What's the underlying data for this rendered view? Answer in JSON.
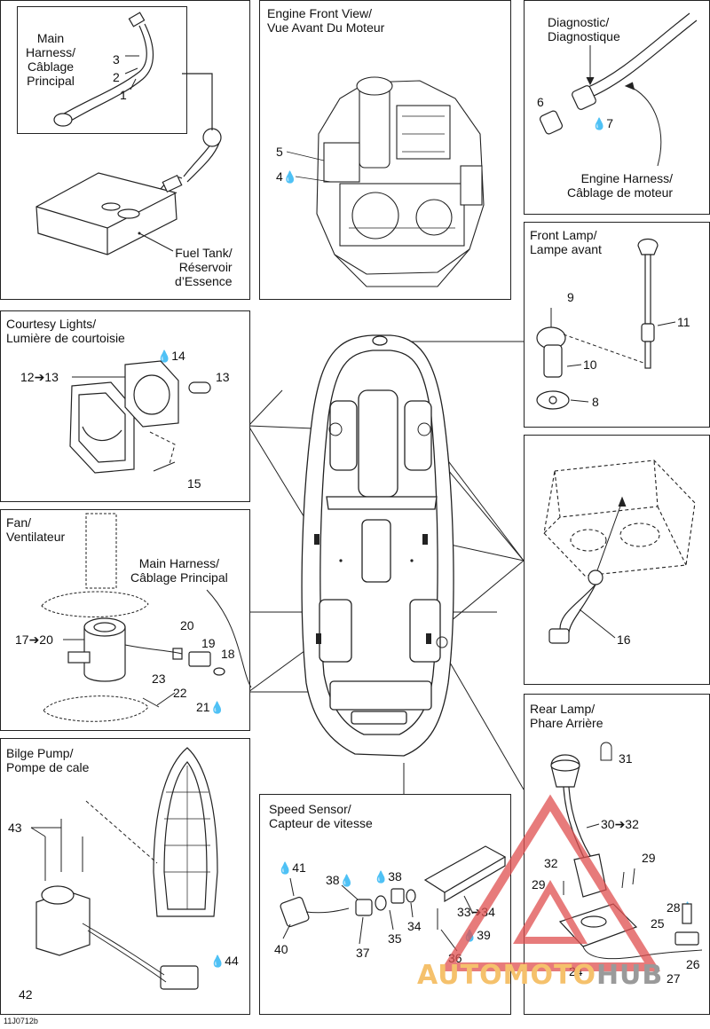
{
  "drawing_code": "11J0712b",
  "watermark": {
    "part1": "AUTOMOTO",
    "part2": "HUB"
  },
  "fuel_tank": {
    "title": "Fuel Tank/\nRéservoir\nd’Essence",
    "inset_title": "Main\nHarness/\nCâblage\nPrincipal",
    "labels": [
      "3",
      "2",
      "1"
    ]
  },
  "engine": {
    "title": "Engine Front View/\nVue Avant Du Moteur",
    "labels": [
      "5",
      "4"
    ]
  },
  "diagnostic": {
    "title": "Diagnostic/\nDiagnostique",
    "harness": "Engine Harness/\nCâblage de moteur",
    "labels": [
      "6",
      "7"
    ]
  },
  "front_lamp": {
    "title": "Front Lamp/\nLampe avant",
    "labels": [
      "9",
      "11",
      "10",
      "8"
    ]
  },
  "courtesy": {
    "title": "Courtesy Lights/\nLumière de courtoisie",
    "labels": [
      "14",
      "12➔13",
      "13",
      "15"
    ]
  },
  "glove": {
    "labels": [
      "16"
    ]
  },
  "fan": {
    "title": "Fan/\nVentilateur",
    "harness": "Main Harness/\nCâblage Principal",
    "labels": [
      "17➔20",
      "20",
      "19",
      "18",
      "23",
      "22",
      "21"
    ]
  },
  "rear_lamp": {
    "title": "Rear Lamp/\nPhare Arrière",
    "labels": [
      "31",
      "30➔32",
      "32",
      "29",
      "29",
      "28",
      "25",
      "24",
      "26",
      "27"
    ]
  },
  "bilge": {
    "title": "Bilge Pump/\nPompe de cale",
    "labels": [
      "43",
      "42",
      "44"
    ]
  },
  "speed": {
    "title": "Speed Sensor/\nCapteur de vitesse",
    "labels": [
      "41",
      "38",
      "38",
      "33➔34",
      "39",
      "40",
      "37",
      "35",
      "34",
      "36"
    ]
  },
  "colors": {
    "line": "#222222",
    "watermark_red": "#e05050",
    "watermark_gold": "#f5c16c",
    "watermark_gray": "#9a9a9a"
  }
}
